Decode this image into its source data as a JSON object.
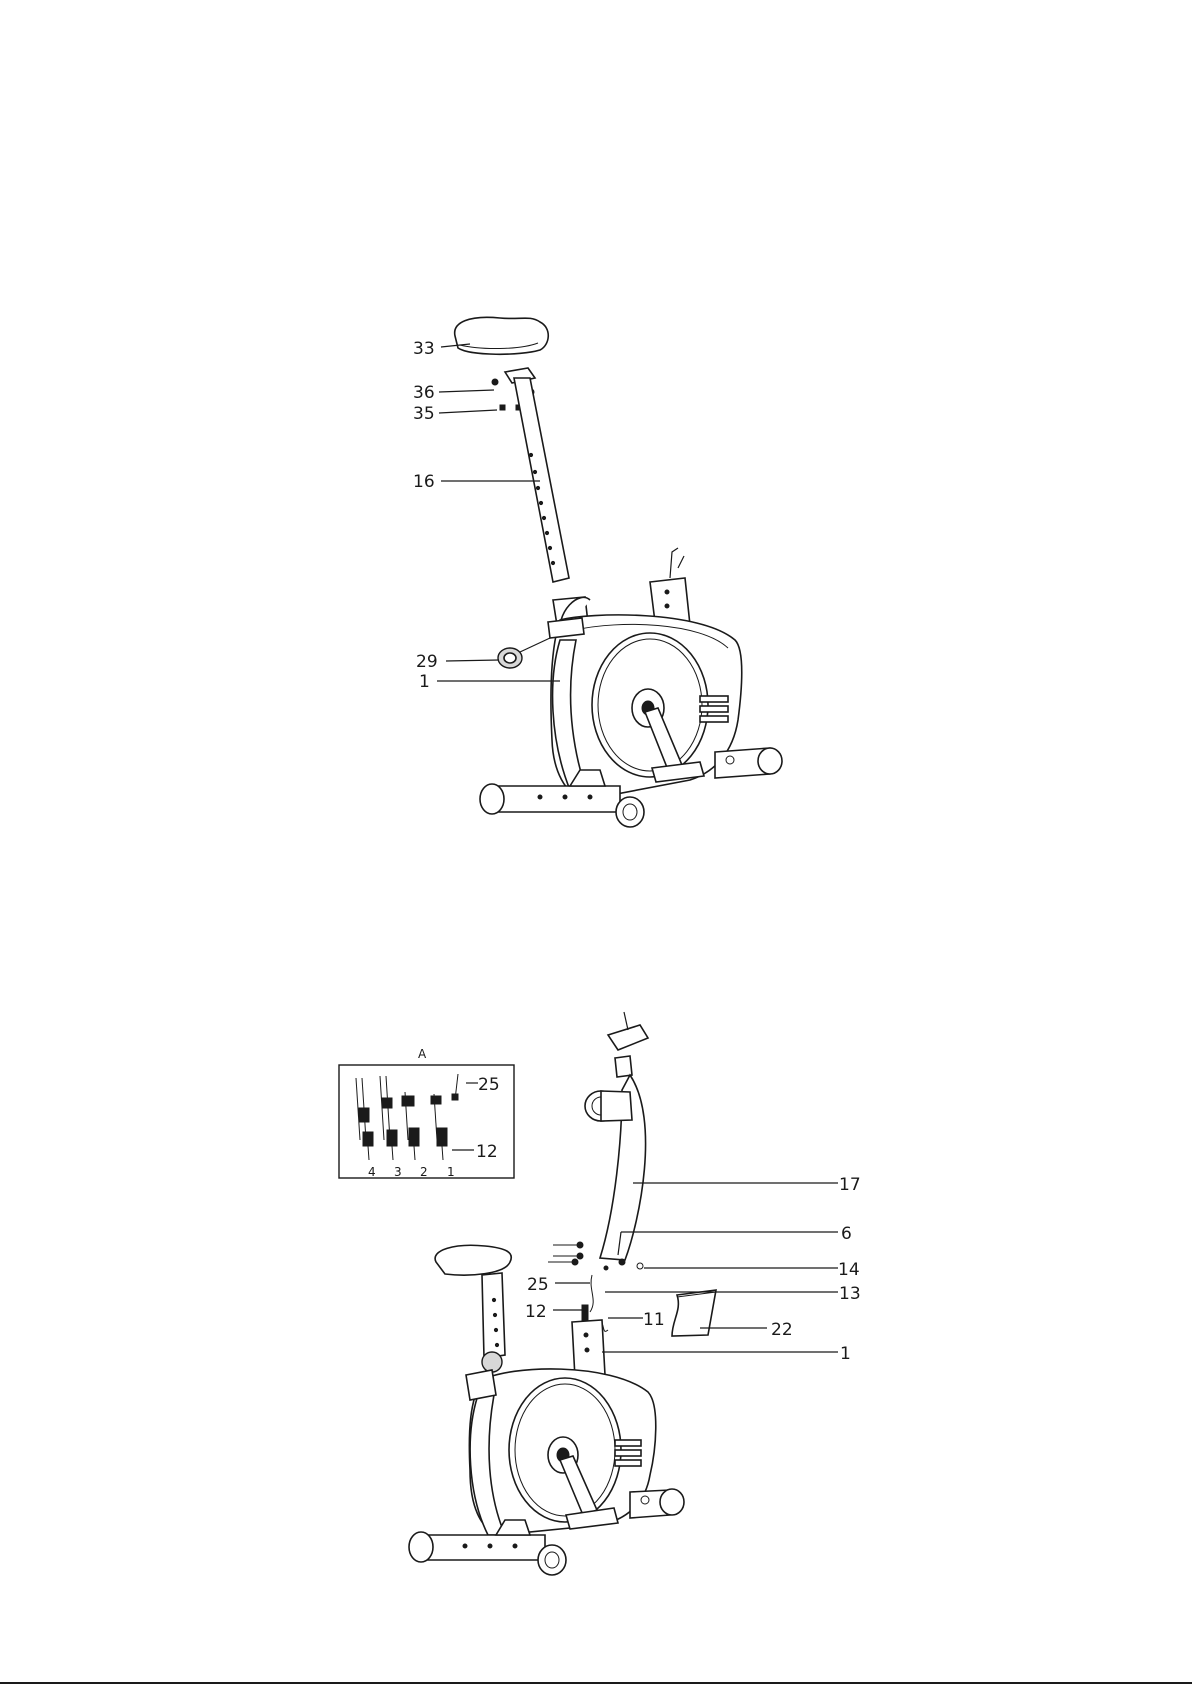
{
  "figure1": {
    "callouts": [
      "33",
      "36",
      "35",
      "16",
      "29",
      "1"
    ]
  },
  "figure2": {
    "inset": {
      "title": "A",
      "step_numbers": [
        "4",
        "3",
        "2",
        "1"
      ],
      "callouts": [
        "25",
        "12"
      ]
    },
    "callouts": [
      "17",
      "6",
      "14",
      "25",
      "13",
      "12",
      "11",
      "22",
      "1"
    ]
  }
}
